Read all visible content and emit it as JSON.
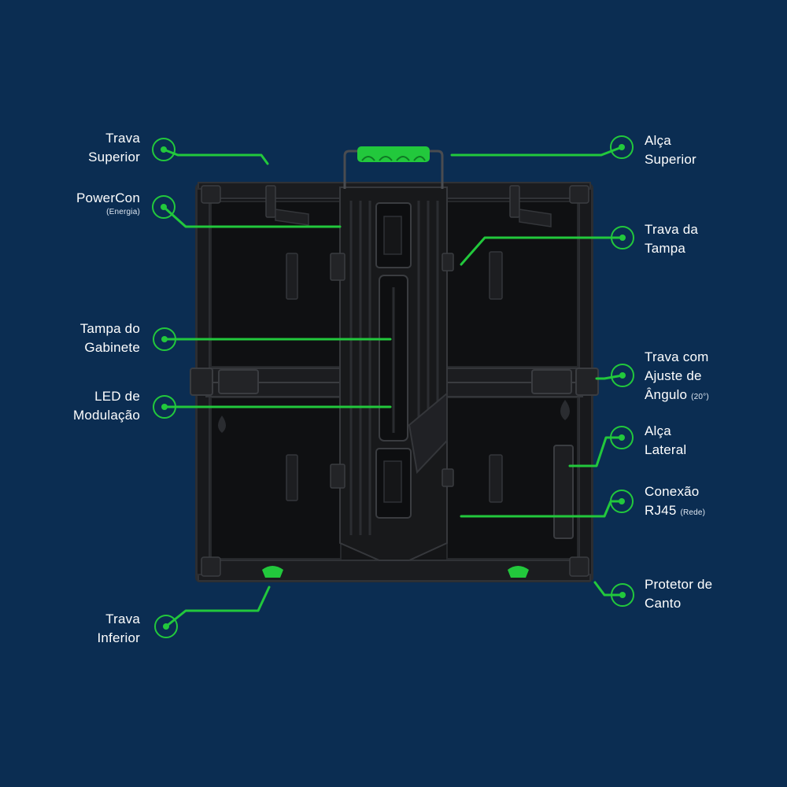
{
  "colors": {
    "background": "#0b2d52",
    "accent": "#22c83c",
    "cabinet": "#141517",
    "cabinet_edge": "#2a2c30",
    "text": "#ffffff"
  },
  "labels": {
    "trava_superior": {
      "line1": "Trava",
      "line2": "Superior"
    },
    "powercon": {
      "line1": "PowerCon",
      "note": "(Energia)"
    },
    "tampa_gabinete": {
      "line1": "Tampa do",
      "line2": "Gabinete"
    },
    "led_modulacao": {
      "line1": "LED de",
      "line2": "Modulação"
    },
    "trava_inferior": {
      "line1": "Trava",
      "line2": "Inferior"
    },
    "alca_superior": {
      "line1": "Alça",
      "line2": "Superior"
    },
    "trava_tampa": {
      "line1": "Trava da",
      "line2": "Tampa"
    },
    "trava_ajuste": {
      "line1": "Trava com",
      "line2": "Ajuste de",
      "line3": "Ângulo",
      "note": "(20°)"
    },
    "alca_lateral": {
      "line1": "Alça",
      "line2": "Lateral"
    },
    "conexao_rj45": {
      "line1": "Conexão",
      "line2": "RJ45",
      "note": "(Rede)"
    },
    "protetor_canto": {
      "line1": "Protetor de",
      "line2": "Canto"
    }
  }
}
